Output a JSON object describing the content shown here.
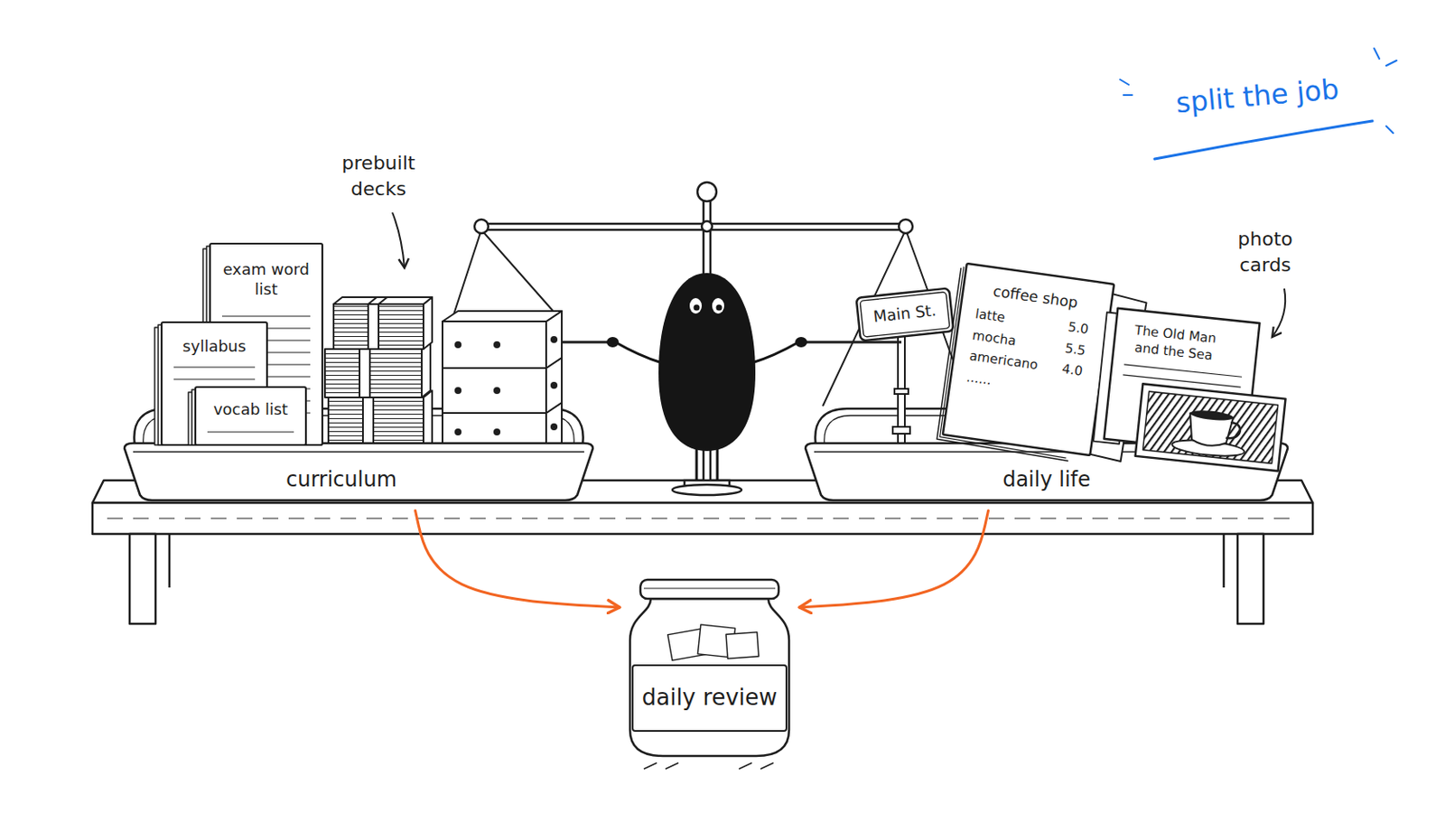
{
  "diagram": {
    "title": "split the job",
    "nodes": [
      {
        "text": [
          "curriculum"
        ]
      },
      {
        "text": [
          "exam word list"
        ],
        "in": 0
      },
      {
        "text": [
          "syllabus"
        ],
        "in": 0
      },
      {
        "text": [
          "vocab list"
        ],
        "in": 0
      },
      {
        "text": [
          "daily life"
        ]
      },
      {
        "text": [
          "Main St."
        ],
        "in": 4
      },
      {
        "text": [
          "coffee shop",
          "latte",
          "5.0",
          "mocha",
          "5.5",
          "americano",
          "4.0",
          "......"
        ],
        "in": 4
      },
      {
        "text": [
          "The Old Man and the Sea"
        ],
        "in": 4
      },
      {
        "text": [
          "daily review"
        ]
      }
    ],
    "edges": [
      {
        "from": 0,
        "to": 8,
        "arrow": "to"
      },
      {
        "from": 4,
        "to": 8,
        "arrow": "to"
      }
    ],
    "labels": [
      "prebuilt decks",
      "photo cards"
    ]
  }
}
